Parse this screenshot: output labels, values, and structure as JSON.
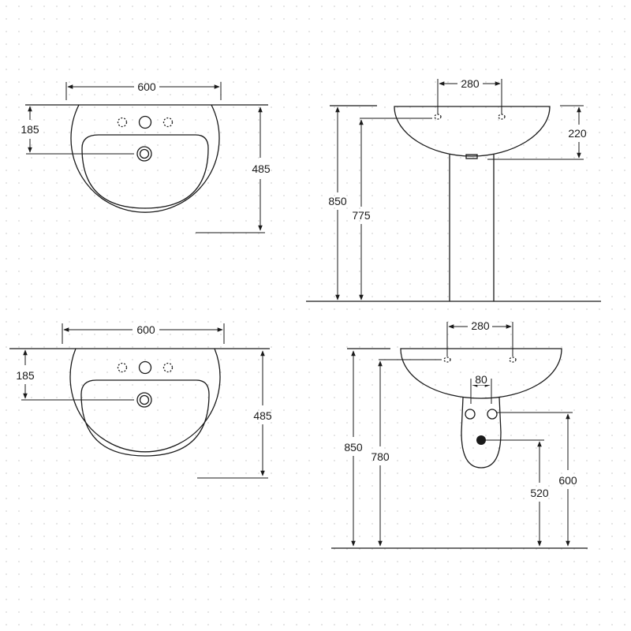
{
  "views": {
    "top_plan_a": {
      "width_dim": "600",
      "tap_offset_dim": "185",
      "depth_dim": "485"
    },
    "side_pedestal": {
      "hole_spacing_dim": "280",
      "bowl_depth_dim": "220",
      "total_height_dim": "850",
      "inner_height_dim": "775"
    },
    "top_plan_b": {
      "width_dim": "600",
      "tap_offset_dim": "185",
      "depth_dim": "485"
    },
    "side_wall_hung": {
      "hole_spacing_dim": "280",
      "center_spacing_dim": "80",
      "total_height_dim": "850",
      "inner_height_dim": "780",
      "drain_height_dim": "520",
      "fixing_height_dim": "600"
    }
  },
  "colors": {
    "line": "#1a1a1a",
    "background": "#ffffff",
    "grid_dot": "#dedede"
  }
}
